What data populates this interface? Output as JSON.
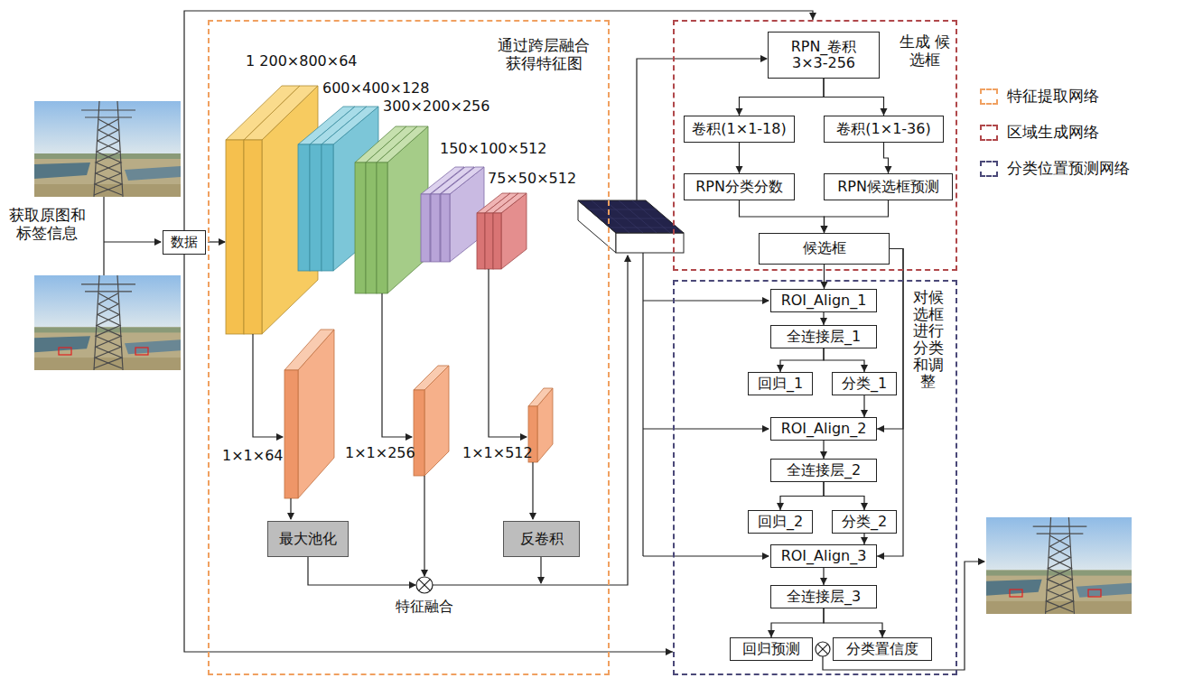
{
  "diagram": {
    "nodes": [
      {
        "text": [
          "数据"
        ]
      },
      {
        "text": [
          "通过跨层融合 获得特征图"
        ]
      },
      {
        "text": [
          "最大池化"
        ],
        "in": 1
      },
      {
        "text": [
          "反卷积"
        ],
        "in": 1
      },
      {
        "text": [
          "生成 候选框"
        ]
      },
      {
        "text": [
          "RPN_卷积 3×3-256"
        ],
        "in": 4
      },
      {
        "text": [
          "卷积(1×1-18)"
        ],
        "in": 4
      },
      {
        "text": [
          "卷积(1×1-36)"
        ],
        "in": 4
      },
      {
        "text": [
          "RPN分类分数"
        ],
        "in": 4
      },
      {
        "text": [
          "RPN候选框预测"
        ],
        "in": 4
      },
      {
        "text": [
          "候选框"
        ],
        "in": 4
      },
      {
        "text": [
          "对候选框进行分类和调整"
        ]
      },
      {
        "text": [
          "ROI_Align_1"
        ],
        "in": 11
      },
      {
        "text": [
          "全连接层_1"
        ],
        "in": 11
      },
      {
        "text": [
          "回归_1"
        ],
        "in": 11
      },
      {
        "text": [
          "分类_1"
        ],
        "in": 11
      },
      {
        "text": [
          "ROI_Align_2"
        ],
        "in": 11
      },
      {
        "text": [
          "全连接层_2"
        ],
        "in": 11
      },
      {
        "text": [
          "回归_2"
        ],
        "in": 11
      },
      {
        "text": [
          "分类_2"
        ],
        "in": 11
      },
      {
        "text": [
          "ROI_Align_3"
        ],
        "in": 11
      },
      {
        "text": [
          "全连接层_3"
        ],
        "in": 11
      },
      {
        "text": [
          "回归预测"
        ],
        "in": 11
      },
      {
        "text": [
          "分类置信度"
        ],
        "in": 11
      }
    ],
    "edges": [
      {
        "from": 0,
        "to": 4,
        "arrow": "to"
      },
      {
        "from": 0,
        "to": 11,
        "arrow": "to"
      },
      {
        "from": 5,
        "to": 6,
        "arrow": "to"
      },
      {
        "from": 5,
        "to": 7,
        "arrow": "to"
      },
      {
        "from": 6,
        "to": 8,
        "arrow": "to"
      },
      {
        "from": 7,
        "to": 9,
        "arrow": "to"
      },
      {
        "from": 8,
        "to": 10,
        "arrow": "to"
      },
      {
        "from": 9,
        "to": 10,
        "arrow": "to"
      },
      {
        "from": 10,
        "to": 12,
        "arrow": "to"
      },
      {
        "from": 10,
        "to": 16,
        "arrow": "to"
      },
      {
        "from": 10,
        "to": 20,
        "arrow": "to"
      },
      {
        "from": 12,
        "to": 13,
        "arrow": "to"
      },
      {
        "from": 13,
        "to": 14,
        "arrow": "to"
      },
      {
        "from": 13,
        "to": 15,
        "arrow": "to"
      },
      {
        "from": 15,
        "to": 16,
        "arrow": "to"
      },
      {
        "from": 16,
        "to": 17,
        "arrow": "to"
      },
      {
        "from": 17,
        "to": 18,
        "arrow": "to"
      },
      {
        "from": 17,
        "to": 19,
        "arrow": "to"
      },
      {
        "from": 19,
        "to": 20,
        "arrow": "to"
      },
      {
        "from": 20,
        "to": 21,
        "arrow": "to"
      },
      {
        "from": 21,
        "to": 22,
        "arrow": "to"
      },
      {
        "from": 21,
        "to": 23,
        "arrow": "to"
      }
    ],
    "labels": [
      "获取原图和 标签信息",
      "1 200×800×64",
      "600×400×128",
      "300×200×256",
      "150×100×512",
      "75×50×512",
      "1×1×64",
      "1×1×256",
      "1×1×512",
      "特征融合"
    ],
    "legend": [
      {
        "text": "特征提取网络",
        "color": "#f0a060"
      },
      {
        "text": "区域生成网络",
        "color": "#b0474a"
      },
      {
        "text": "分类位置预测网络",
        "color": "#4a4878"
      }
    ]
  }
}
